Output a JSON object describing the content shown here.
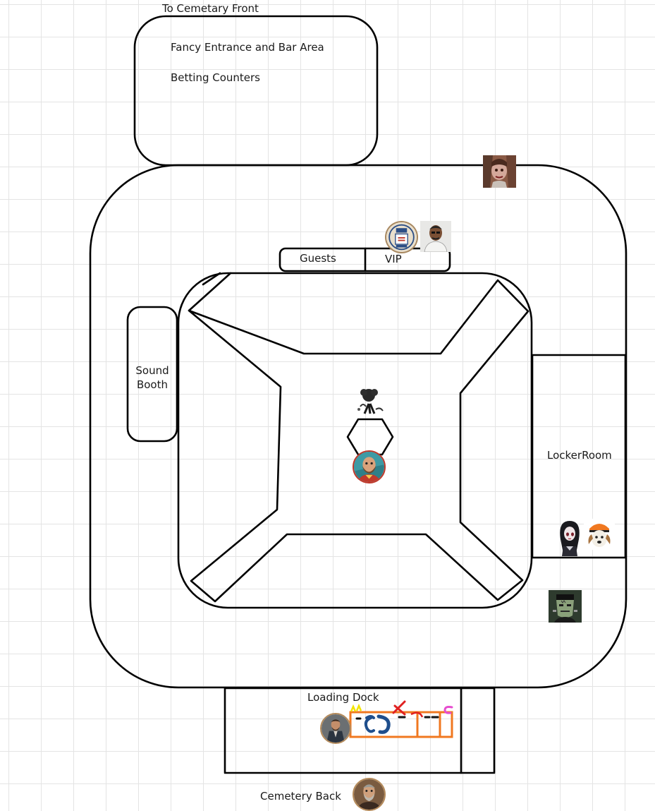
{
  "labels": {
    "cemetery_front": "To Cemetary Front",
    "entrance_bar": "Fancy Entrance and Bar Area",
    "betting": "Betting Counters",
    "guests": "Guests",
    "vip": "VIP",
    "sound_booth": "Sound Booth",
    "locker_room": "LockerRoom",
    "loading_dock": "Loading Dock",
    "cemetery_back": "Cemetery Back"
  },
  "colors": {
    "line": "#000000",
    "crates": "#f07820",
    "graffiti_yellow": "#f2e400",
    "graffiti_red": "#e02020",
    "graffiti_pink": "#e64ccf",
    "graffiti_blue": "#1f4e8c"
  },
  "tokens": [
    {
      "name": "zombie-bride-token",
      "icon": "portrait-pale-zombie"
    },
    {
      "name": "vip-badge-token",
      "icon": "round-badge"
    },
    {
      "name": "bald-man-token",
      "icon": "portrait-bald-man"
    },
    {
      "name": "dark-figure-token",
      "icon": "tree-silhouette"
    },
    {
      "name": "referee-token",
      "icon": "round-portrait-bearded"
    },
    {
      "name": "goth-girl-token",
      "icon": "portrait-goth-girl"
    },
    {
      "name": "dog-helmet-token",
      "icon": "portrait-dog"
    },
    {
      "name": "frankenstein-token",
      "icon": "portrait-frankenstein"
    },
    {
      "name": "dock-worker-token",
      "icon": "round-portrait-man"
    },
    {
      "name": "cemetery-man-token",
      "icon": "round-portrait-old-man"
    }
  ]
}
